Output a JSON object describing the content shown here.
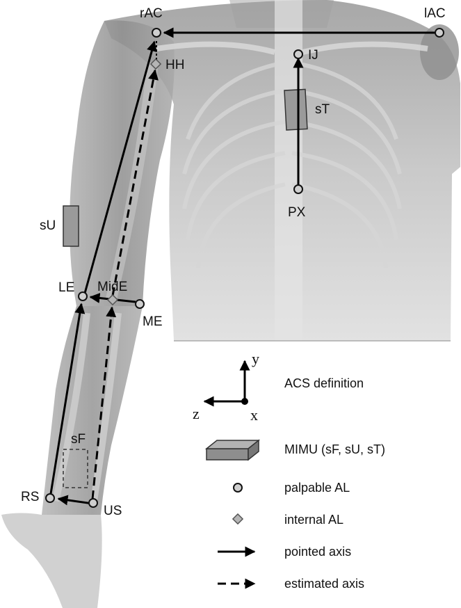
{
  "landmarks": {
    "rAC": "rAC",
    "lAC": "lAC",
    "IJ": "IJ",
    "PX": "PX",
    "HH": "HH",
    "LE": "LE",
    "MidE": "MidE",
    "ME": "ME",
    "RS": "RS",
    "US": "US"
  },
  "sensors": {
    "sT": "sT",
    "sU": "sU",
    "sF": "sF"
  },
  "acs": {
    "y": "y",
    "z": "z",
    "x": "x",
    "title": "ACS definition"
  },
  "legend": {
    "mimu": "MIMU (sF, sU, sT)",
    "palpable": "palpable AL",
    "internal": "internal AL",
    "pointed": "pointed axis",
    "estimated": "estimated axis"
  },
  "colors": {
    "body_shade": "#9a9a9a",
    "sensor_fill": "#9a9a9a",
    "marker_fill": "#cfcfcf",
    "internal_fill": "#b5b5b5"
  }
}
